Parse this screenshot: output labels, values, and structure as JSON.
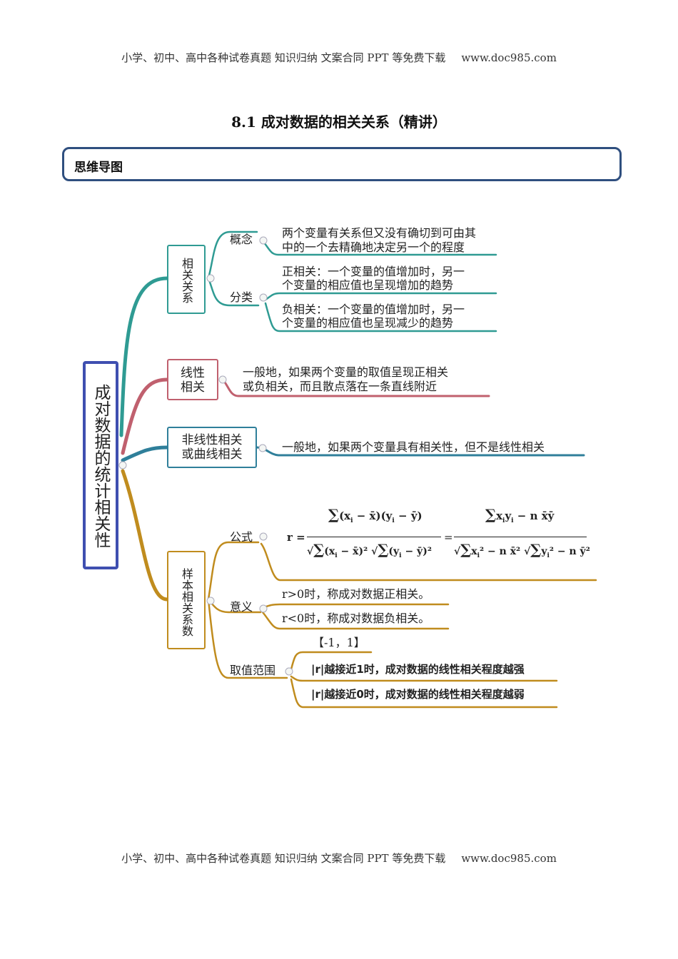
{
  "header": {
    "top_text": "小学、初中、高中各种试卷真题  知识归纳  文案合同  PPT 等免费下载",
    "top_site": "www.doc985.com",
    "bottom_text": "小学、初中、高中各种试卷真题  知识归纳  文案合同  PPT 等免费下载",
    "bottom_site": "www.doc985.com"
  },
  "title": "8.1  成对数据的相关关系（精讲）",
  "section_label": "思维导图",
  "mindmap": {
    "central": "成对数据的统计相关性",
    "branches": {
      "related": {
        "label": "相关关系",
        "concept_label": "概念",
        "concept_line1": "两个变量有关系但又没有确切到可由其",
        "concept_line2": "中的一个去精确地决定另一个的程度",
        "class_label": "分类",
        "pos_line1": "正相关：一个变量的值增加时，另一",
        "pos_line2": "个变量的相应值也呈现增加的趋势",
        "neg_line1": "负相关：一个变量的值增加时，另一",
        "neg_line2": "个变量的相应值也呈现减少的趋势"
      },
      "linear": {
        "label_line1": "线性",
        "label_line2": "相关",
        "desc_line1": "一般地，如果两个变量的取值呈现正相关",
        "desc_line2": "或负相关，而且散点落在一条直线附近"
      },
      "nonlinear": {
        "label_line1": "非线性相关",
        "label_line2": "或曲线相关",
        "desc": "一般地，如果两个变量具有相关性，但不是线性相关"
      },
      "sample": {
        "label": "样本相关系数",
        "formula_label": "公式",
        "meaning_label": "意义",
        "meaning_pos": "r>0时，称成对数据正相关。",
        "meaning_neg": "r<0时，称成对数据负相关。",
        "range_label": "取值范围",
        "range_value": "【-1，1】",
        "range_strong": "越接近1时，成对数据的线性相关程度越强",
        "range_weak": "越接近0时，成对数据的线性相关程度越弱"
      }
    }
  },
  "colors": {
    "teal": "#2f9b93",
    "rose": "#c0606e",
    "blue": "#2f7f9a",
    "gold": "#c08c1e",
    "central_border": "#3f4fb0",
    "section_border": "#2f4f7f"
  }
}
